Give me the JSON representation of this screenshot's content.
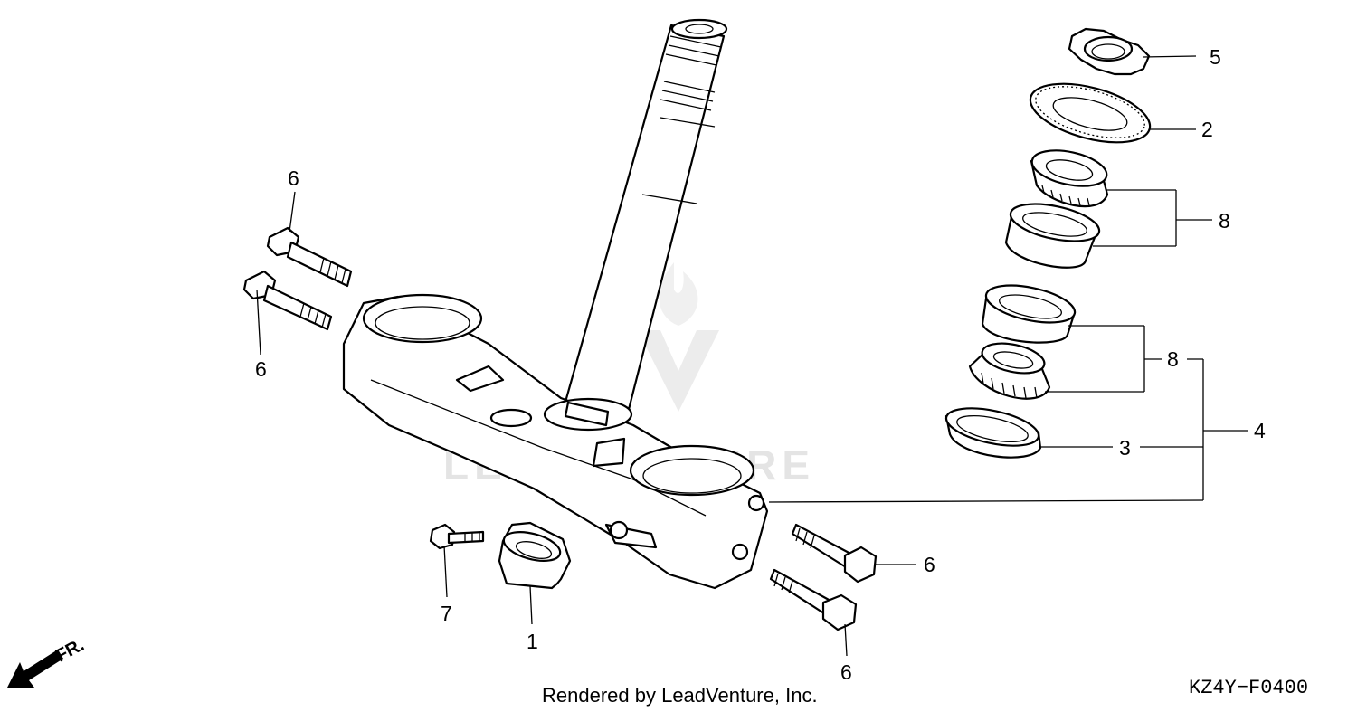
{
  "callouts": [
    {
      "id": "c5",
      "label": "5"
    },
    {
      "id": "c2",
      "label": "2"
    },
    {
      "id": "c8a",
      "label": "8"
    },
    {
      "id": "c8b",
      "label": "8"
    },
    {
      "id": "c4",
      "label": "4"
    },
    {
      "id": "c3",
      "label": "3"
    },
    {
      "id": "c6a",
      "label": "6"
    },
    {
      "id": "c6b",
      "label": "6"
    },
    {
      "id": "c6c",
      "label": "6"
    },
    {
      "id": "c6d",
      "label": "6"
    },
    {
      "id": "c7",
      "label": "7"
    },
    {
      "id": "c1",
      "label": "1"
    }
  ],
  "direction_indicator": "FR.",
  "watermark": "LEADVENTURE",
  "credit": "Rendered by LeadVenture, Inc.",
  "diagram_code": "KZ4Y−F0400"
}
